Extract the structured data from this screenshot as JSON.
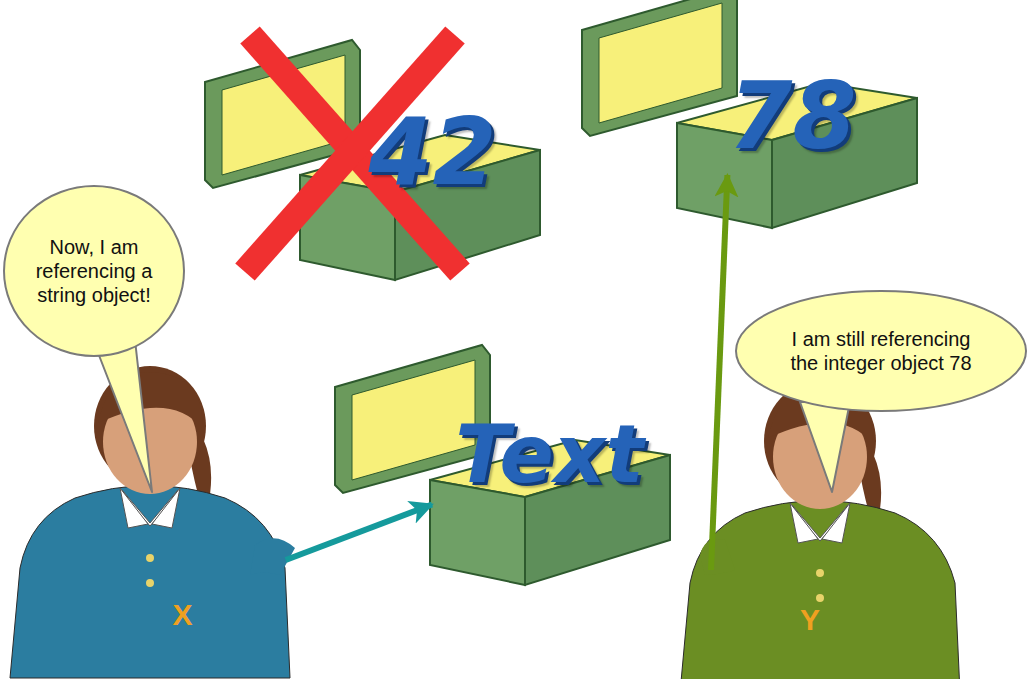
{
  "diagram": {
    "nodes": [
      {
        "text": [
          "42"
        ]
      },
      {
        "text": [
          "78"
        ]
      },
      {
        "text": [
          "Now, I am referencing a string object!"
        ]
      },
      {
        "text": [
          "I am still referencing the integer object 78"
        ]
      },
      {
        "text": [
          "Text"
        ]
      },
      {
        "text": [
          "X"
        ]
      },
      {
        "text": [
          "Y"
        ]
      }
    ],
    "edges": [
      {
        "from": 5,
        "to": 4,
        "arrow": "to"
      },
      {
        "from": 6,
        "to": 1,
        "arrow": "to"
      }
    ]
  }
}
